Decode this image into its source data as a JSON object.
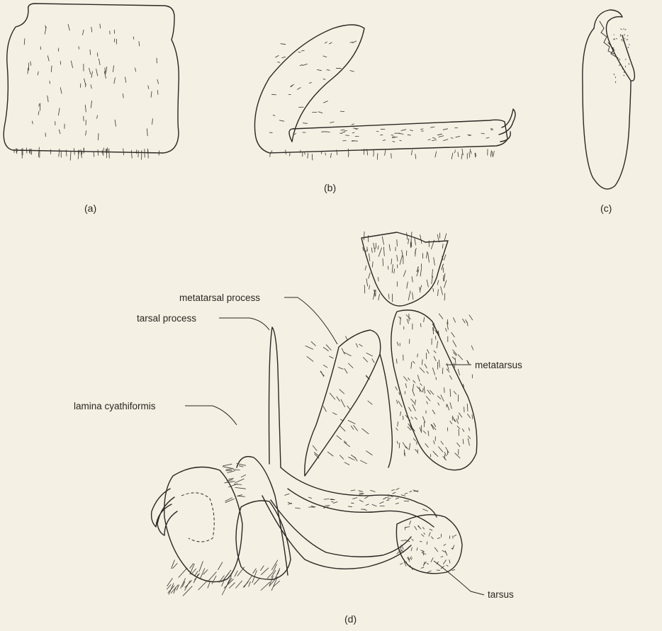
{
  "panels": {
    "a": {
      "label": "(a)"
    },
    "b": {
      "label": "(b)"
    },
    "c": {
      "label": "(c)"
    },
    "d": {
      "label": "(d)"
    }
  },
  "annotations": {
    "metatarsal_process": "metatarsal process",
    "tarsal_process": "tarsal process",
    "lamina_cyathiformis": "lamina cyathiformis",
    "metatarsus": "metatarsus",
    "tarsus": "tarsus"
  }
}
